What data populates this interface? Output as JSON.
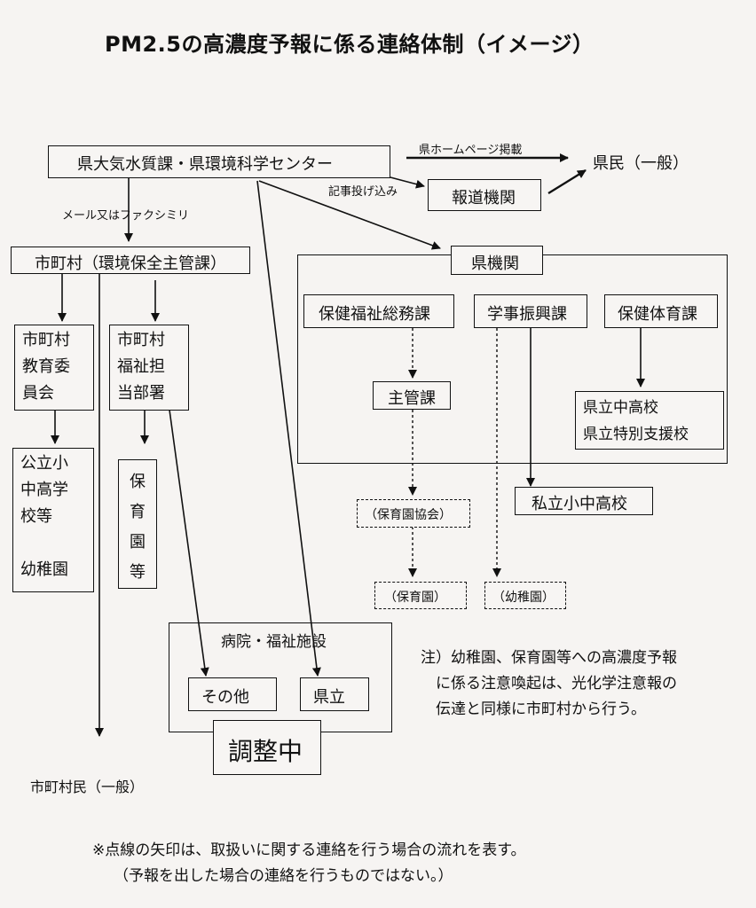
{
  "title": "PM2.5の高濃度予報に係る連絡体制（イメージ）",
  "nodes": {
    "prefecture_dept": "県大気水質課・県環境科学センター",
    "press": "報道機関",
    "citizens_general": "県民（一般）",
    "municipality": "市町村（環境保全主管課）",
    "pref_agencies": "県機関",
    "health_welfare": "保健福祉総務課",
    "school_promotion": "学事振興課",
    "health_pe": "保健体育課",
    "competent_section": "主管課",
    "pref_schools": "県立中高校\n県立特別支援校",
    "private_schools": "私立小中高校",
    "nursery_assoc": "（保育園協会）",
    "nursery": "（保育園）",
    "kindergarten": "（幼稚園）",
    "muni_edu_board": "市町村\n教育委\n員会",
    "muni_welfare": "市町村\n福祉担\n当部署",
    "public_schools": "公立小\n中高学\n校等\n\n幼稚園",
    "nursery_etc": "保\n育\n園\n等",
    "hospital_welfare": "病院・福祉施設",
    "other": "その他",
    "prefectural": "県立",
    "adjusting": "調整中",
    "muni_citizens": "市町村民（一般）"
  },
  "edge_labels": {
    "homepage": "県ホームページ掲載",
    "press_release": "記事投げ込み",
    "mail_fax": "メール又はファクシミリ"
  },
  "note": "注）幼稚園、保育園等への高濃度予報\n　に係る注意喚起は、光化学注意報の\n　伝達と同様に市町村から行う。",
  "footnote_1": "※点線の矢印は、取扱いに関する連絡を行う場合の流れを表す。",
  "footnote_2": "（予報を出した場合の連絡を行うものではない。）"
}
